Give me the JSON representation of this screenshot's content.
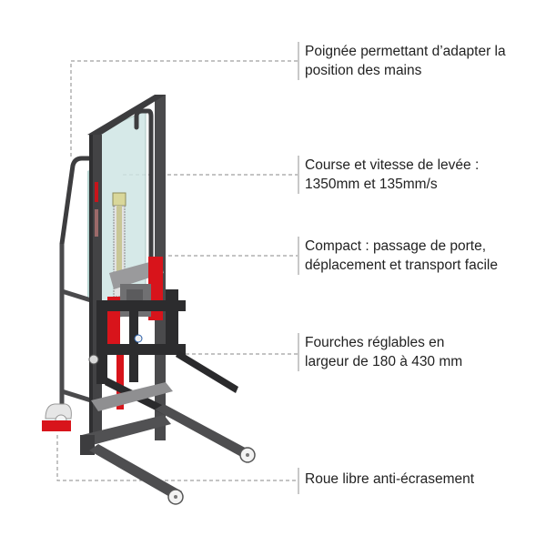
{
  "diagram": {
    "subject": "manual-stacker-product-illustration",
    "colors": {
      "frame": "#4a4a4c",
      "frame_dark": "#2f2f31",
      "accent_red": "#d8141b",
      "glass": "#cfe6e4",
      "wheel": "#f2f2f2",
      "leader_line": "#8a8a8a",
      "text": "#222222",
      "callout_bar": "#c8c8c8"
    },
    "callouts": [
      {
        "id": "handle",
        "lines": [
          "Poignée permettant d’adapter la",
          "position des mains"
        ]
      },
      {
        "id": "lift",
        "lines": [
          "Course et vitesse de levée :",
          "1350mm et 135mm/s"
        ]
      },
      {
        "id": "compact",
        "lines": [
          "Compact : passage de porte,",
          "déplacement et transport facile"
        ]
      },
      {
        "id": "forks",
        "lines": [
          "Fourches réglables en",
          "largeur de 180 à 430 mm"
        ]
      },
      {
        "id": "wheel",
        "lines": [
          "Roue libre anti-écrasement"
        ]
      }
    ]
  }
}
